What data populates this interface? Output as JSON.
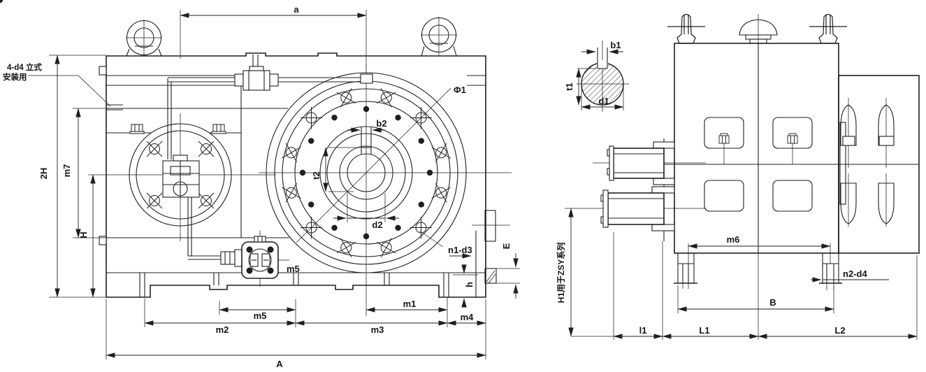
{
  "front_view": {
    "note": {
      "line1": "4-d4 立式",
      "line2": "安装用"
    },
    "dims": {
      "a": "a",
      "H2": "2H",
      "m7": "m7",
      "H": "H",
      "phi1": "Φ1",
      "b2": "b2",
      "t2": "t2",
      "d2": "d2",
      "m5_pump": "m5",
      "n1_d3": "n1-d3",
      "E": "E",
      "h": "h",
      "m5": "m5",
      "m1": "m1",
      "m2": "m2",
      "m3": "m3",
      "m4": "m4",
      "A": "A"
    }
  },
  "side_view": {
    "dims": {
      "b1": "b1",
      "t1": "t1",
      "d1": "d1",
      "H1_note": "H1用于ZSY系列",
      "m6": "m6",
      "n2_d4": "n2-d4",
      "B": "B",
      "l1": "l1",
      "L1": "L1",
      "L2": "L2"
    }
  }
}
